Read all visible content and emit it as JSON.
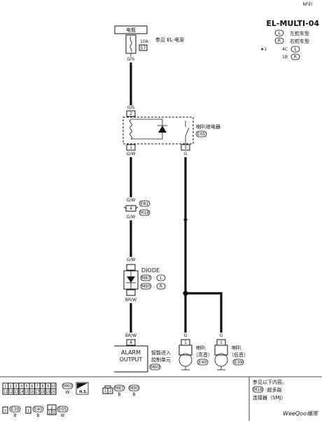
{
  "header": {
    "corner_label": "NFEI",
    "title": "EL-MULTI-04",
    "legend": [
      {
        "symbol": "L",
        "text": "左舵车型"
      },
      {
        "symbol": "R",
        "text": "右舵车型"
      },
      {
        "mark": "★1",
        "code": "4C",
        "symbol": "L"
      },
      {
        "mark": "",
        "code": "1B",
        "symbol": "R"
      }
    ]
  },
  "power": {
    "label": "电瓶",
    "fuse_amp": "10A",
    "fuse_num": "57",
    "ref": "参见 EL-电源",
    "wire": "G/S"
  },
  "relay": {
    "top_wire": "G/S",
    "top_pin": "2",
    "name": "喇叭继电器",
    "connector": "E05",
    "pin_left": "1",
    "pin_right": "3",
    "wire_left": "G/W",
    "wire_right": "G"
  },
  "joint": {
    "wire_top": "G/W",
    "pin": "4",
    "conn_top": "E81",
    "conn_bottom": "M18",
    "wire_bottom": "G/W"
  },
  "diode": {
    "wire_top": "G/W",
    "label": "DIODE",
    "conn1": "M87",
    "conn1_sym": "L",
    "conn2": "M90",
    "conn2_sym": "R",
    "wire_bottom": "BR/W"
  },
  "module": {
    "wire": "BR/W",
    "pin": "4",
    "line1": "ALARM",
    "line2": "OUTPUT",
    "name_line1": "智能进入",
    "name_line2": "控制单元",
    "connector": "M60"
  },
  "horns": [
    {
      "wire": "G",
      "pin": "1",
      "name": "喇叭",
      "note": "（高音）",
      "connector": "E40"
    },
    {
      "wire": "G",
      "pin": "1",
      "name": "喇叭",
      "note": "（低音）",
      "connector": "E39"
    }
  ],
  "footer": {
    "grid_top": [
      "1",
      "2",
      "3",
      "4",
      "5",
      "6",
      "7",
      "8",
      "9",
      "10"
    ],
    "grid_bottom": [
      "11",
      "12",
      "13",
      "14",
      "15",
      "16",
      "17",
      "18",
      "19",
      "20"
    ],
    "c1": "M60",
    "c1_color": "W",
    "hs": "H.S.",
    "c2_pins": [
      "1",
      "2"
    ],
    "c2a": "M87",
    "c2a_color": "B",
    "c2b": "M90",
    "c2b_color": "B",
    "row2": [
      {
        "code": "E39",
        "color": "B"
      },
      {
        "code": "E40",
        "color": "B"
      },
      {
        "code": "E05",
        "color": "W"
      }
    ],
    "row2_pins": [
      "2",
      "1",
      "3"
    ],
    "note1": "参见以下内容。",
    "note2_code": "M18",
    "note2_text": "-超多路",
    "note3": "连接器（SMJ）",
    "watermark": "WeeQoo维库"
  }
}
